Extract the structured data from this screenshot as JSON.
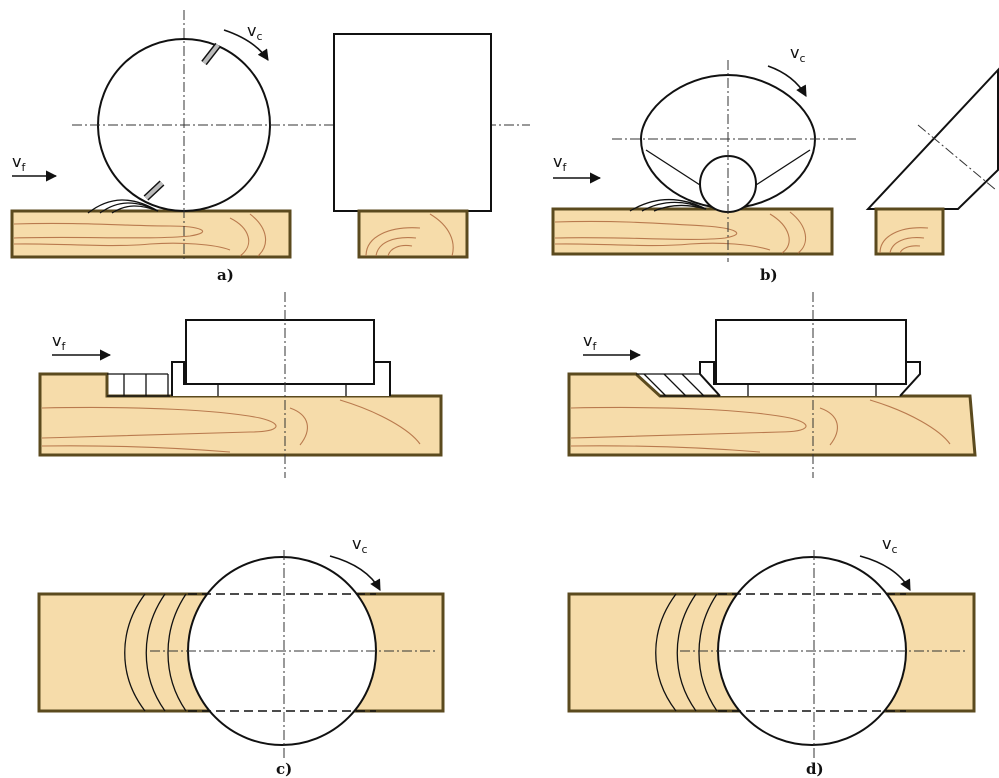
{
  "labels": {
    "feed_velocity_main": "v",
    "feed_velocity_sub": "f",
    "cutting_velocity_main": "v",
    "cutting_velocity_sub": "c"
  },
  "captions": {
    "a": "a)",
    "b": "b)",
    "c": "c)",
    "d": "d)"
  },
  "colors": {
    "wood_fill": "#f6dcaa",
    "wood_edge": "#5b4a1e",
    "grain": "#b97a4e",
    "line": "#111111"
  }
}
